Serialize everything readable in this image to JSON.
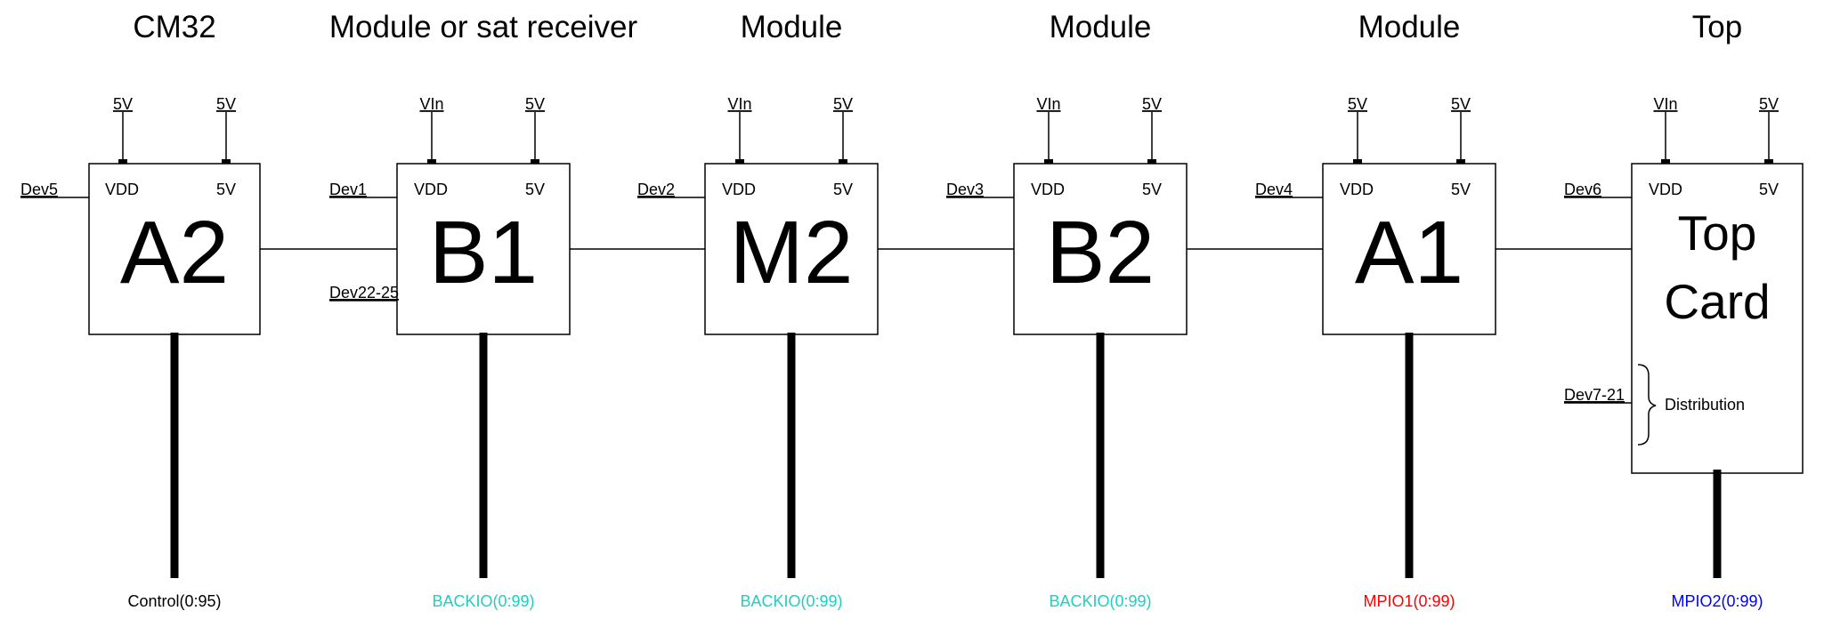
{
  "colors": {
    "line": "#000000",
    "bus_cyan": "#1fcfc0",
    "bus_red": "#ff0000",
    "bus_blue": "#0000ff",
    "bus_black": "#000000"
  },
  "modules": [
    {
      "header": "CM32",
      "pin_left": "5V",
      "pin_right": "5V",
      "vdd_label": "VDD",
      "v5_label": "5V",
      "signal": "Dev5",
      "name": "A2",
      "bus": "Control(0:95)",
      "bus_color": "#000000"
    },
    {
      "header": "Module or sat receiver",
      "pin_left": "VIn",
      "pin_right": "5V",
      "vdd_label": "VDD",
      "v5_label": "5V",
      "signal": "Dev1",
      "signal2": "Dev22-25",
      "name": "B1",
      "bus": "BACKIO(0:99)",
      "bus_color": "#1fcfc0"
    },
    {
      "header": "Module",
      "pin_left": "VIn",
      "pin_right": "5V",
      "vdd_label": "VDD",
      "v5_label": "5V",
      "signal": "Dev2",
      "name": "M2",
      "bus": "BACKIO(0:99)",
      "bus_color": "#1fcfc0"
    },
    {
      "header": "Module",
      "pin_left": "VIn",
      "pin_right": "5V",
      "vdd_label": "VDD",
      "v5_label": "5V",
      "signal": "Dev3",
      "name": "B2",
      "bus": "BACKIO(0:99)",
      "bus_color": "#1fcfc0"
    },
    {
      "header": "Module",
      "pin_left": "5V",
      "pin_right": "5V",
      "vdd_label": "VDD",
      "v5_label": "5V",
      "signal": "Dev4",
      "name": "A1",
      "bus": "MPIO1(0:99)",
      "bus_color": "#ff0000"
    },
    {
      "header": "Top",
      "pin_left": "VIn",
      "pin_right": "5V",
      "vdd_label": "VDD",
      "v5_label": "5V",
      "signal": "Dev6",
      "name_line1": "Top",
      "name_line2": "Card",
      "signal2": "Dev7-21",
      "distribution": "Distribution",
      "bus": "MPIO2(0:99)",
      "bus_color": "#0000ff"
    }
  ]
}
